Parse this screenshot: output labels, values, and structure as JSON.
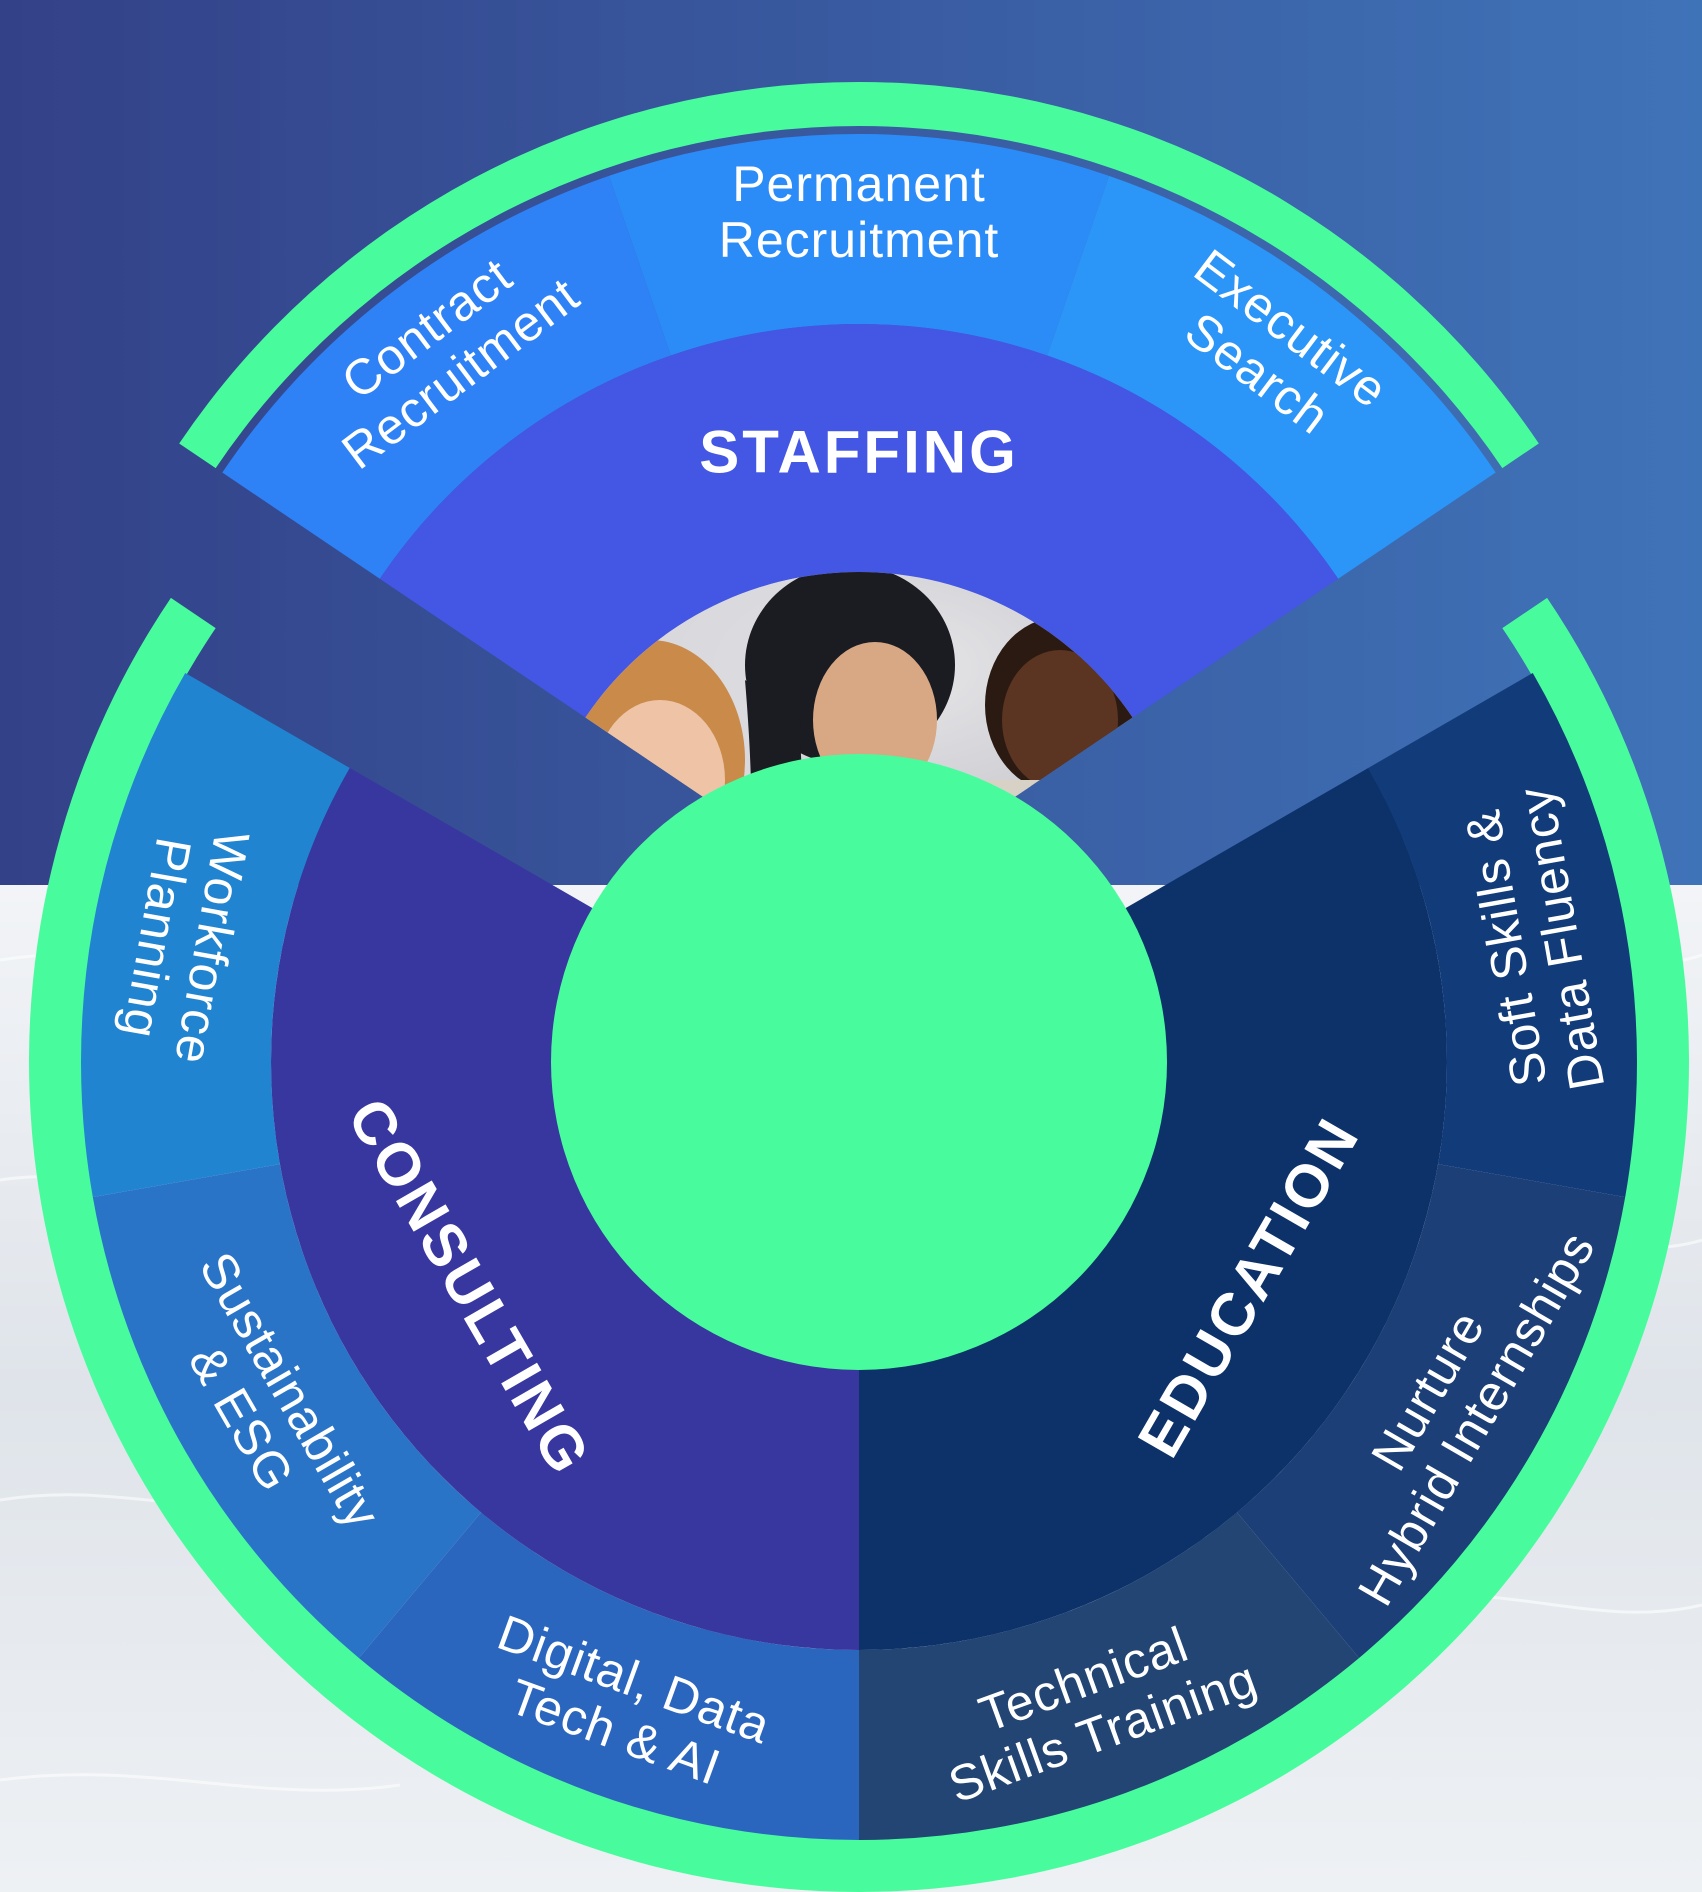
{
  "colors": {
    "top_bg_left": "#334188",
    "top_bg_right": "#3f73b8",
    "bottom_bg": "#e8ecf0",
    "ring": "#48fc9d",
    "hub": "#48fc9d",
    "staffing_inner": "#4456e4",
    "staffing_outer_a": "#2e82f6",
    "staffing_outer_b": "#2b95f8",
    "consulting_inner": "#37379f",
    "consulting_outer_a": "#2184d0",
    "consulting_outer_b": "#2a74c8",
    "education_inner": "#0c3269",
    "education_outer_a": "#123b7a",
    "education_outer_b": "#224574",
    "gap": "#3c5fa2"
  },
  "segments": [
    {
      "id": "staffing",
      "label": "STAFFING",
      "services": [
        "Contract Recruitment",
        "Permanent Recruitment",
        "Executive Search"
      ]
    },
    {
      "id": "consulting",
      "label": "CONSULTING",
      "services": [
        "Workforce Planning",
        "Sustainability & ESG",
        "Digital, Data Tech & AI"
      ]
    },
    {
      "id": "education",
      "label": "EDUCATION",
      "services": [
        "Soft Skills & Data Fluency",
        "Nurture Hybrid Internships",
        "Technical Skills Training"
      ]
    }
  ],
  "labels": {
    "staffing_services": [
      [
        "Contract",
        "Recruitment"
      ],
      [
        "Permanent",
        "Recruitment"
      ],
      [
        "Executive",
        "Search"
      ]
    ],
    "consulting_services": [
      [
        "Workforce",
        "Planning"
      ],
      [
        "Sustainability",
        "& ESG"
      ],
      [
        "Digital, Data",
        "Tech & AI"
      ]
    ],
    "education_services": [
      [
        "Soft Skills &",
        "Data Fluency"
      ],
      [
        "Nurture",
        "Hybrid Internships"
      ],
      [
        "Technical",
        "Skills Training"
      ]
    ]
  },
  "photo": {
    "icon": "team-photo"
  }
}
